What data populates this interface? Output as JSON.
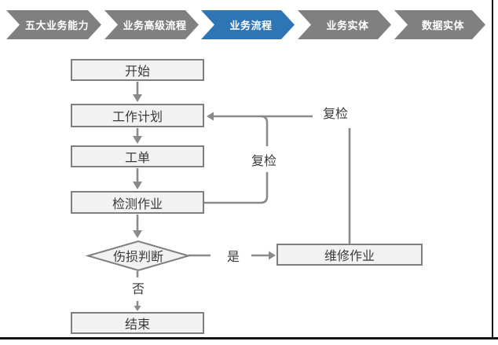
{
  "breadcrumb": {
    "items": [
      {
        "label": "五大业务能力",
        "active": false
      },
      {
        "label": "业务高级流程",
        "active": false
      },
      {
        "label": "业务流程",
        "active": true
      },
      {
        "label": "业务实体",
        "active": false
      },
      {
        "label": "数据实体",
        "active": false
      }
    ],
    "colors": {
      "inactive": "#808080",
      "active": "#2E75B6",
      "text": "#FFFFFF"
    }
  },
  "flowchart": {
    "nodes": [
      {
        "id": "start",
        "label": "开始",
        "type": "rect"
      },
      {
        "id": "work-plan",
        "label": "工作计划",
        "type": "rect"
      },
      {
        "id": "work-order",
        "label": "工单",
        "type": "rect"
      },
      {
        "id": "inspection-job",
        "label": "检测作业",
        "type": "rect"
      },
      {
        "id": "damage-decision",
        "label": "伤损判断",
        "type": "diamond"
      },
      {
        "id": "repair-job",
        "label": "维修作业",
        "type": "rect"
      },
      {
        "id": "end",
        "label": "结束",
        "type": "rect"
      }
    ],
    "edge_labels": {
      "recheck_inner": "复检",
      "recheck_outer": "复检",
      "yes": "是",
      "no": "否"
    },
    "colors": {
      "node_fill": "#F2F2F2",
      "node_border": "#7F7F7F",
      "connector": "#8A8A8A",
      "text": "#3A3A3A"
    }
  }
}
